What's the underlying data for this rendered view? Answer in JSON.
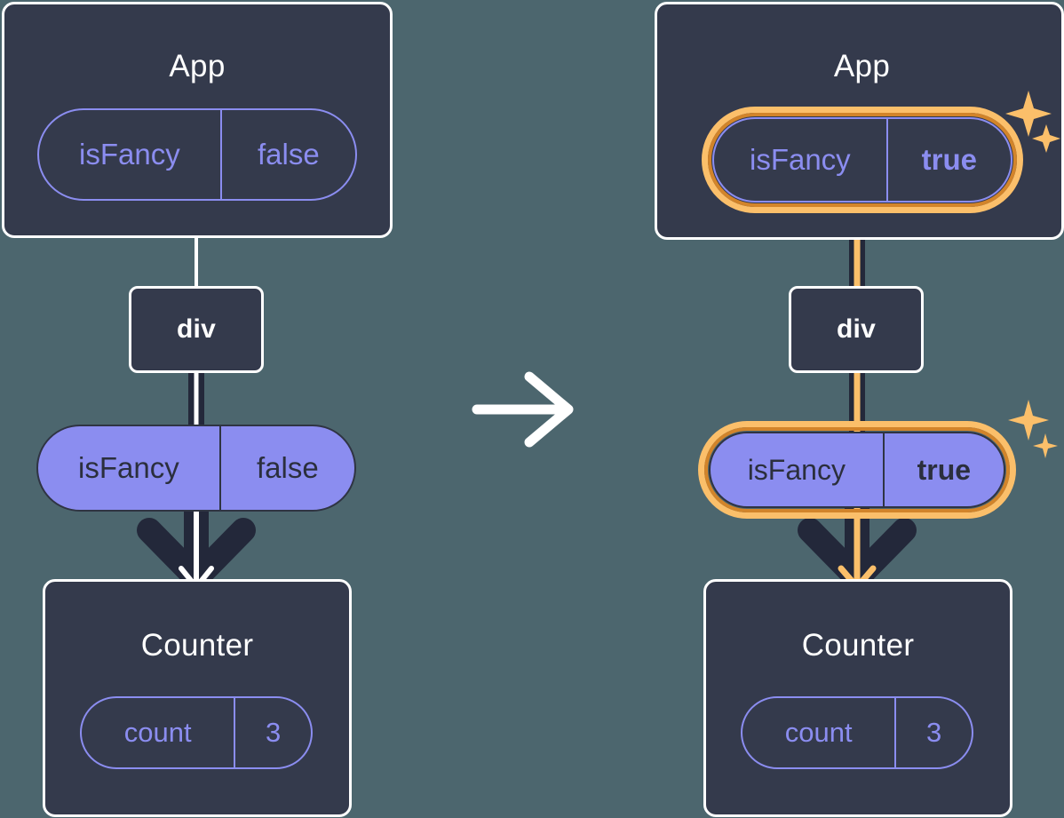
{
  "diagram": {
    "type": "react-state-propagation",
    "background_color": "#4c666e",
    "transition_arrow": "right-arrow-icon",
    "panels": [
      {
        "id": "before",
        "state_highlighted": false,
        "app": {
          "title": "App",
          "state": {
            "key": "isFancy",
            "value": "false",
            "style": "outline",
            "emphasized": false
          }
        },
        "div": {
          "label": "div"
        },
        "props": {
          "key": "isFancy",
          "value": "false",
          "style": "filled",
          "emphasized": false
        },
        "counter": {
          "title": "Counter",
          "state": {
            "key": "count",
            "value": "3",
            "style": "outline",
            "emphasized": false
          }
        }
      },
      {
        "id": "after",
        "state_highlighted": true,
        "sparkle_icon": "sparkles-icon",
        "app": {
          "title": "App",
          "state": {
            "key": "isFancy",
            "value": "true",
            "style": "outline",
            "emphasized": true
          }
        },
        "div": {
          "label": "div"
        },
        "props": {
          "key": "isFancy",
          "value": "true",
          "style": "filled",
          "emphasized": true
        },
        "counter": {
          "title": "Counter",
          "state": {
            "key": "count",
            "value": "3",
            "style": "outline",
            "emphasized": false
          }
        }
      }
    ],
    "colors": {
      "background": "#4c666e",
      "box_fill": "#343a4c",
      "box_border": "#ffffff",
      "state_purple": "#8b8df0",
      "text_dark": "#2b2f3d",
      "highlight_orange_light": "#fbbf6a",
      "highlight_orange_dark": "#d2842a",
      "edge_dark": "#23283a",
      "edge_light": "#ffffff"
    }
  }
}
